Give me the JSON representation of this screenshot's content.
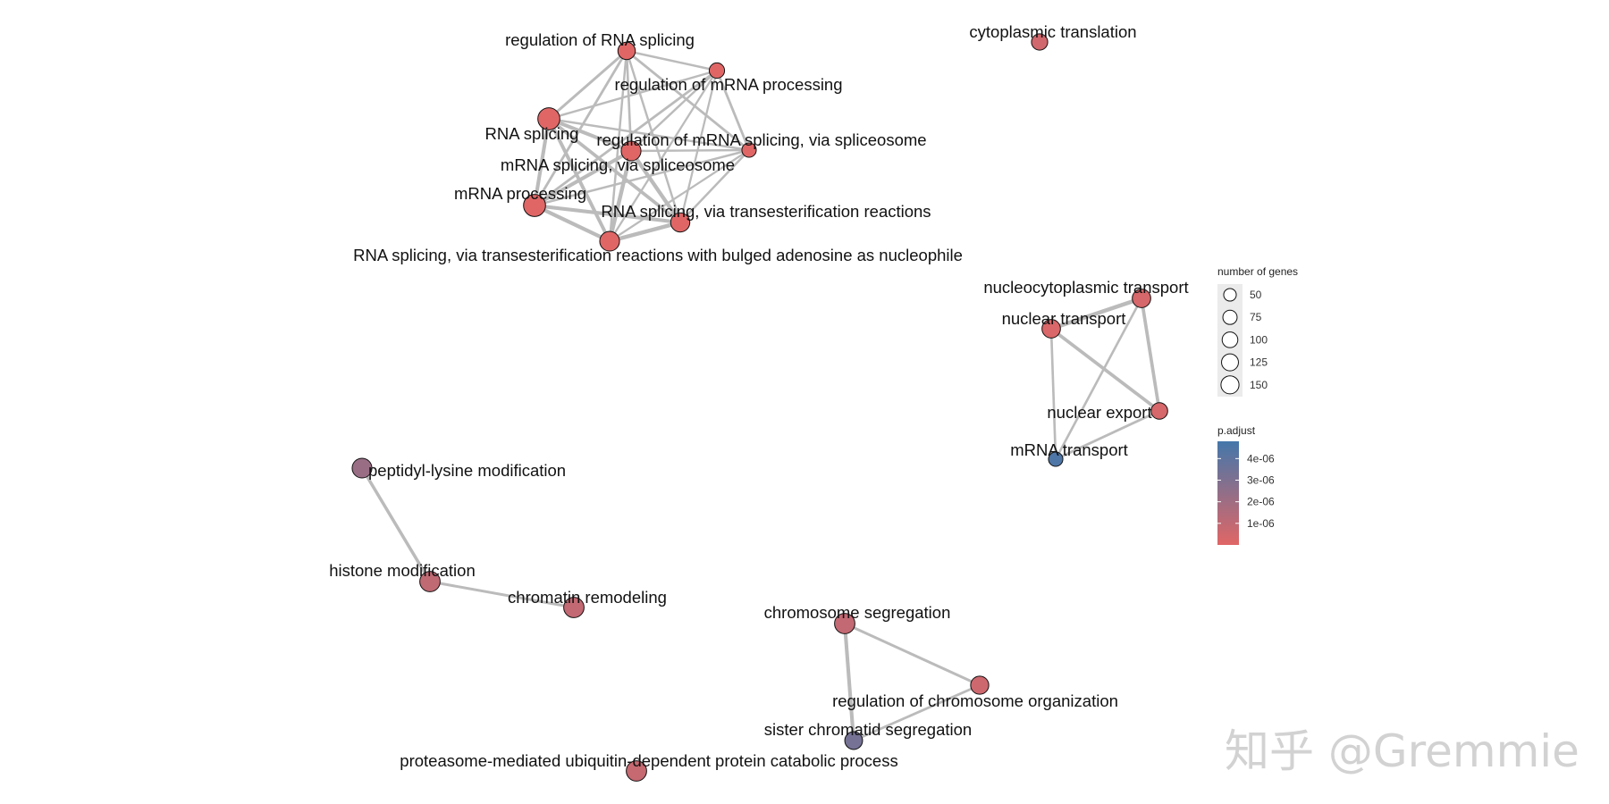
{
  "nodes": [
    {
      "id": "n1",
      "label": "regulation of RNA splicing",
      "genes": 75,
      "padj": 0.0
    },
    {
      "id": "n2",
      "label": "regulation of mRNA processing",
      "genes": 50,
      "padj": 0.0
    },
    {
      "id": "n3",
      "label": "RNA splicing",
      "genes": 150,
      "padj": 0.0
    },
    {
      "id": "n4",
      "label": "regulation of mRNA splicing, via spliceosome",
      "genes": 40,
      "padj": 0.0
    },
    {
      "id": "n5",
      "label": "mRNA splicing, via spliceosome",
      "genes": 110,
      "padj": 0.0
    },
    {
      "id": "n6",
      "label": "mRNA processing",
      "genes": 150,
      "padj": 0.0
    },
    {
      "id": "n7",
      "label": "RNA splicing, via transesterification reactions",
      "genes": 100,
      "padj": 0.0
    },
    {
      "id": "n8",
      "label": "RNA splicing, via transesterification reactions with bulged adenosine as nucleophile",
      "genes": 110,
      "padj": 0.0
    },
    {
      "id": "n9",
      "label": "cytoplasmic translation",
      "genes": 60,
      "padj": 5e-07
    },
    {
      "id": "n10",
      "label": "nucleocytoplasmic transport",
      "genes": 90,
      "padj": 3e-07
    },
    {
      "id": "n11",
      "label": "nuclear transport",
      "genes": 90,
      "padj": 2e-07
    },
    {
      "id": "n12",
      "label": "nuclear export",
      "genes": 65,
      "padj": 3e-07
    },
    {
      "id": "n13",
      "label": "mRNA transport",
      "genes": 40,
      "padj": 4.5e-06
    },
    {
      "id": "n14",
      "label": "peptidyl-lysine modification",
      "genes": 110,
      "padj": 2.2e-06
    },
    {
      "id": "n15",
      "label": "histone modification",
      "genes": 120,
      "padj": 1e-06
    },
    {
      "id": "n16",
      "label": "chromatin remodeling",
      "genes": 120,
      "padj": 9e-07
    },
    {
      "id": "n17",
      "label": "chromosome segregation",
      "genes": 120,
      "padj": 9e-07
    },
    {
      "id": "n18",
      "label": "regulation of chromosome organization",
      "genes": 85,
      "padj": 6e-07
    },
    {
      "id": "n19",
      "label": "sister chromatid segregation",
      "genes": 80,
      "padj": 3.3e-06
    },
    {
      "id": "n20",
      "label": "proteasome-mediated ubiquitin-dependent protein catabolic process",
      "genes": 120,
      "padj": 8e-07
    }
  ],
  "edges": [
    {
      "source": "n1",
      "target": "n2",
      "weight": 0.35
    },
    {
      "source": "n1",
      "target": "n3",
      "weight": 0.5
    },
    {
      "source": "n1",
      "target": "n4",
      "weight": 0.45
    },
    {
      "source": "n1",
      "target": "n5",
      "weight": 0.4
    },
    {
      "source": "n1",
      "target": "n6",
      "weight": 0.45
    },
    {
      "source": "n1",
      "target": "n7",
      "weight": 0.35
    },
    {
      "source": "n1",
      "target": "n8",
      "weight": 0.35
    },
    {
      "source": "n2",
      "target": "n3",
      "weight": 0.35
    },
    {
      "source": "n2",
      "target": "n4",
      "weight": 0.45
    },
    {
      "source": "n2",
      "target": "n5",
      "weight": 0.35
    },
    {
      "source": "n2",
      "target": "n6",
      "weight": 0.45
    },
    {
      "source": "n2",
      "target": "n7",
      "weight": 0.3
    },
    {
      "source": "n2",
      "target": "n8",
      "weight": 0.3
    },
    {
      "source": "n3",
      "target": "n4",
      "weight": 0.35
    },
    {
      "source": "n3",
      "target": "n5",
      "weight": 0.8
    },
    {
      "source": "n3",
      "target": "n6",
      "weight": 0.8
    },
    {
      "source": "n3",
      "target": "n7",
      "weight": 0.7
    },
    {
      "source": "n3",
      "target": "n8",
      "weight": 0.75
    },
    {
      "source": "n4",
      "target": "n5",
      "weight": 0.35
    },
    {
      "source": "n4",
      "target": "n6",
      "weight": 0.35
    },
    {
      "source": "n4",
      "target": "n7",
      "weight": 0.35
    },
    {
      "source": "n4",
      "target": "n8",
      "weight": 0.3
    },
    {
      "source": "n5",
      "target": "n6",
      "weight": 0.8
    },
    {
      "source": "n5",
      "target": "n7",
      "weight": 0.85
    },
    {
      "source": "n5",
      "target": "n8",
      "weight": 0.9
    },
    {
      "source": "n6",
      "target": "n7",
      "weight": 0.8
    },
    {
      "source": "n6",
      "target": "n8",
      "weight": 0.85
    },
    {
      "source": "n7",
      "target": "n8",
      "weight": 0.9
    },
    {
      "source": "n10",
      "target": "n11",
      "weight": 0.9
    },
    {
      "source": "n10",
      "target": "n12",
      "weight": 0.7
    },
    {
      "source": "n10",
      "target": "n13",
      "weight": 0.4
    },
    {
      "source": "n11",
      "target": "n12",
      "weight": 0.7
    },
    {
      "source": "n11",
      "target": "n13",
      "weight": 0.4
    },
    {
      "source": "n12",
      "target": "n13",
      "weight": 0.45
    },
    {
      "source": "n14",
      "target": "n15",
      "weight": 0.65
    },
    {
      "source": "n15",
      "target": "n16",
      "weight": 0.5
    },
    {
      "source": "n17",
      "target": "n18",
      "weight": 0.5
    },
    {
      "source": "n17",
      "target": "n19",
      "weight": 0.8
    },
    {
      "source": "n18",
      "target": "n19",
      "weight": 0.45
    }
  ],
  "legend": {
    "size_title": "number of genes",
    "size_items": [
      50,
      75,
      100,
      125,
      150
    ],
    "color_title": "p.adjust",
    "color_ticks": [
      "4e-06",
      "3e-06",
      "2e-06",
      "1e-06"
    ],
    "color_low": "#e06666",
    "color_high": "#4477aa"
  },
  "colors": {
    "edge": "#bbbbbb",
    "node_stroke": "#111111",
    "legend_bg": "#ebebeb"
  },
  "watermark": "知乎 @Gremmie"
}
